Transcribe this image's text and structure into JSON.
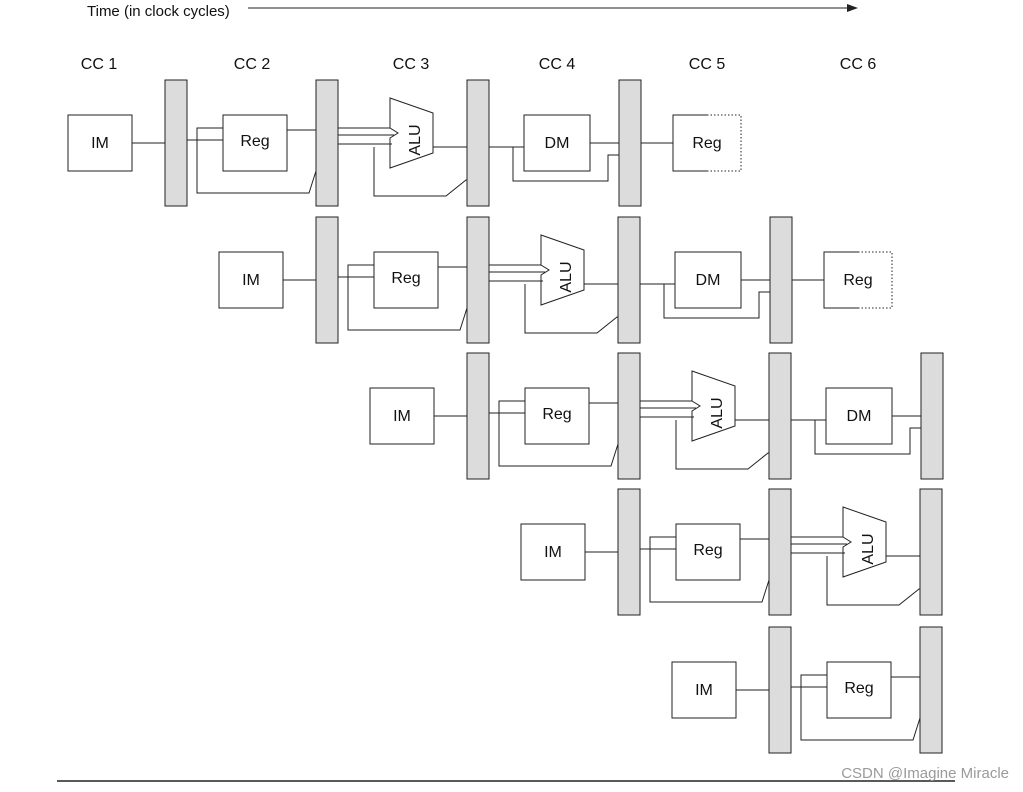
{
  "diagram": {
    "time_axis_label": "Time (in clock cycles)",
    "cycles": [
      "CC 1",
      "CC 2",
      "CC 3",
      "CC 4",
      "CC 5",
      "CC 6"
    ],
    "stage_labels": {
      "im": "IM",
      "reg": "Reg",
      "alu": "ALU",
      "dm": "DM"
    },
    "instructions": [
      {
        "stages": [
          "IM",
          "Reg",
          "ALU",
          "DM",
          "Reg"
        ]
      },
      {
        "stages": [
          "IM",
          "Reg",
          "ALU",
          "DM",
          "Reg"
        ]
      },
      {
        "stages": [
          "IM",
          "Reg",
          "ALU",
          "DM"
        ]
      },
      {
        "stages": [
          "IM",
          "Reg",
          "ALU"
        ]
      },
      {
        "stages": [
          "IM",
          "Reg"
        ]
      }
    ]
  },
  "watermark": "CSDN @Imagine Miracle"
}
